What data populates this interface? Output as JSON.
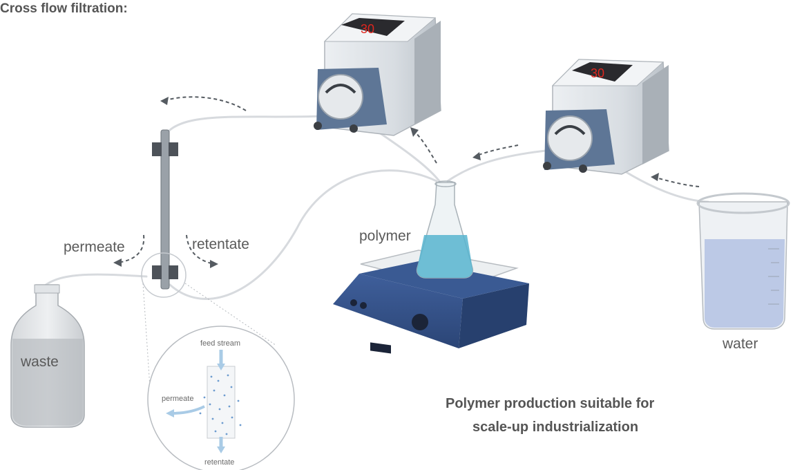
{
  "title": "Cross flow filtration:",
  "labels": {
    "permeate": "permeate",
    "retentate": "retentate",
    "polymer": "polymer",
    "waste": "waste",
    "water": "water"
  },
  "inset": {
    "feed_stream": "feed stream",
    "permeate": "permeate",
    "retentate": "retentate"
  },
  "pumps": [
    {
      "display": "30"
    },
    {
      "display": "30"
    }
  ],
  "caption": {
    "line1": "Polymer production suitable for",
    "line2": "scale-up industrialization"
  }
}
